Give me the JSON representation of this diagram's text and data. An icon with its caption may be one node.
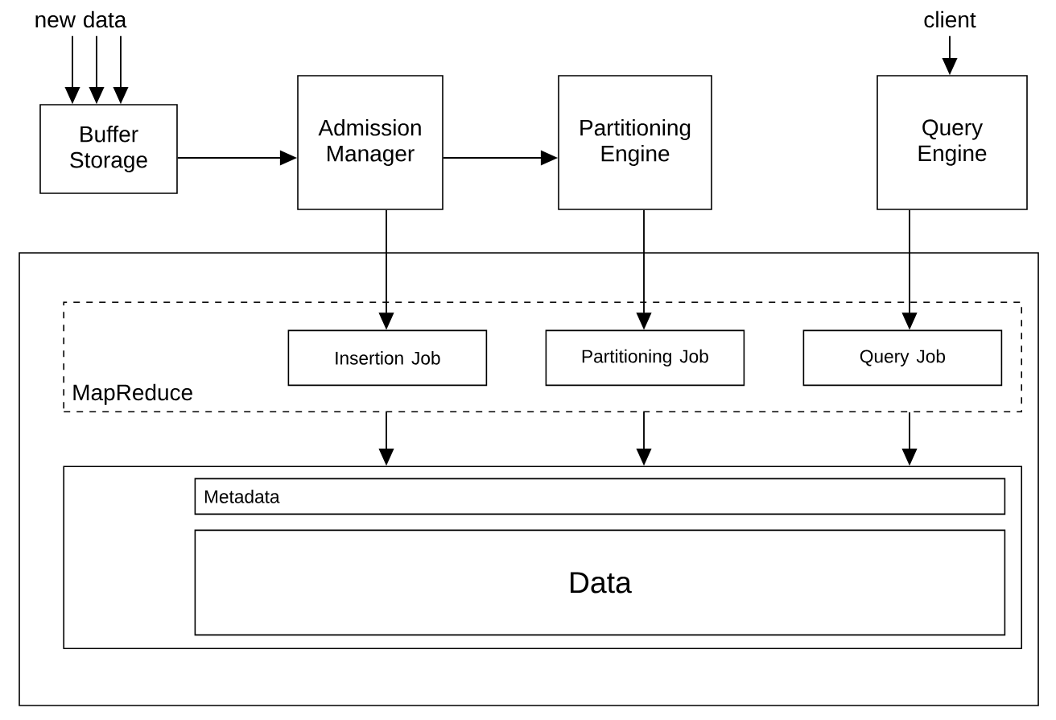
{
  "diagram": {
    "nodes": [
      {
        "text": [
          "new data"
        ]
      },
      {
        "text": [
          "Buffer Storage"
        ]
      },
      {
        "text": [
          "Admission Manager"
        ]
      },
      {
        "text": [
          "Partitioning Engine"
        ]
      },
      {
        "text": [
          "client"
        ]
      },
      {
        "text": [
          "Query Engine"
        ]
      },
      {
        "text": [],
        "shape": "box"
      },
      {
        "text": [
          "MapReduce"
        ],
        "in": 6
      },
      {
        "text": [
          "Insertion Job"
        ],
        "in": 7
      },
      {
        "text": [
          "Partitioning Job"
        ],
        "in": 7
      },
      {
        "text": [
          "Query Job"
        ],
        "in": 7
      },
      {
        "text": [],
        "shape": "box",
        "in": 6
      },
      {
        "text": [
          "Metadata"
        ],
        "in": 11
      },
      {
        "text": [
          "Data"
        ],
        "in": 11
      }
    ],
    "edges": [
      {
        "from": 0,
        "to": 1,
        "arrow": "to"
      },
      {
        "from": 0,
        "to": 1,
        "arrow": "to"
      },
      {
        "from": 0,
        "to": 1,
        "arrow": "to"
      },
      {
        "from": 1,
        "to": 2,
        "arrow": "to"
      },
      {
        "from": 2,
        "to": 3,
        "arrow": "to"
      },
      {
        "from": 4,
        "to": 5,
        "arrow": "to"
      },
      {
        "from": 2,
        "to": 8,
        "arrow": "to"
      },
      {
        "from": 3,
        "to": 9,
        "arrow": "to"
      },
      {
        "from": 5,
        "to": 10,
        "arrow": "to"
      },
      {
        "from": 7,
        "to": 11,
        "arrow": "to"
      },
      {
        "from": 7,
        "to": 11,
        "arrow": "to"
      },
      {
        "from": 7,
        "to": 11,
        "arrow": "to"
      }
    ]
  }
}
